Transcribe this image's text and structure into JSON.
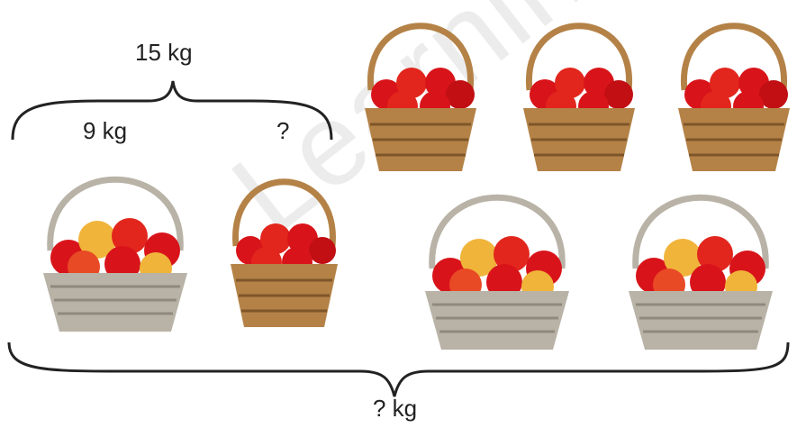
{
  "labels": {
    "total_top": "15 kg",
    "basket_known": "9 kg",
    "basket_unknown": "?",
    "total_all": "? kg"
  },
  "watermark": "Learning",
  "baskets": [
    {
      "name": "basket-mixed-apples-1",
      "fruit": "mixed red-yellow apples",
      "wicker": "light"
    },
    {
      "name": "basket-red-apples-1",
      "fruit": "red apples",
      "wicker": "dark"
    },
    {
      "name": "basket-red-apples-2",
      "fruit": "red apples",
      "wicker": "dark"
    },
    {
      "name": "basket-red-apples-3",
      "fruit": "red apples",
      "wicker": "dark"
    },
    {
      "name": "basket-red-apples-4",
      "fruit": "red apples",
      "wicker": "dark"
    },
    {
      "name": "basket-mixed-apples-2",
      "fruit": "mixed red-yellow apples",
      "wicker": "light"
    },
    {
      "name": "basket-mixed-apples-3",
      "fruit": "mixed red-yellow apples",
      "wicker": "light"
    }
  ],
  "colors": {
    "apple_red": "#d8141a",
    "apple_yellow": "#f0b43a",
    "wicker_dark": "#b48247",
    "wicker_light": "#b9b3a7",
    "brace": "#222222"
  }
}
